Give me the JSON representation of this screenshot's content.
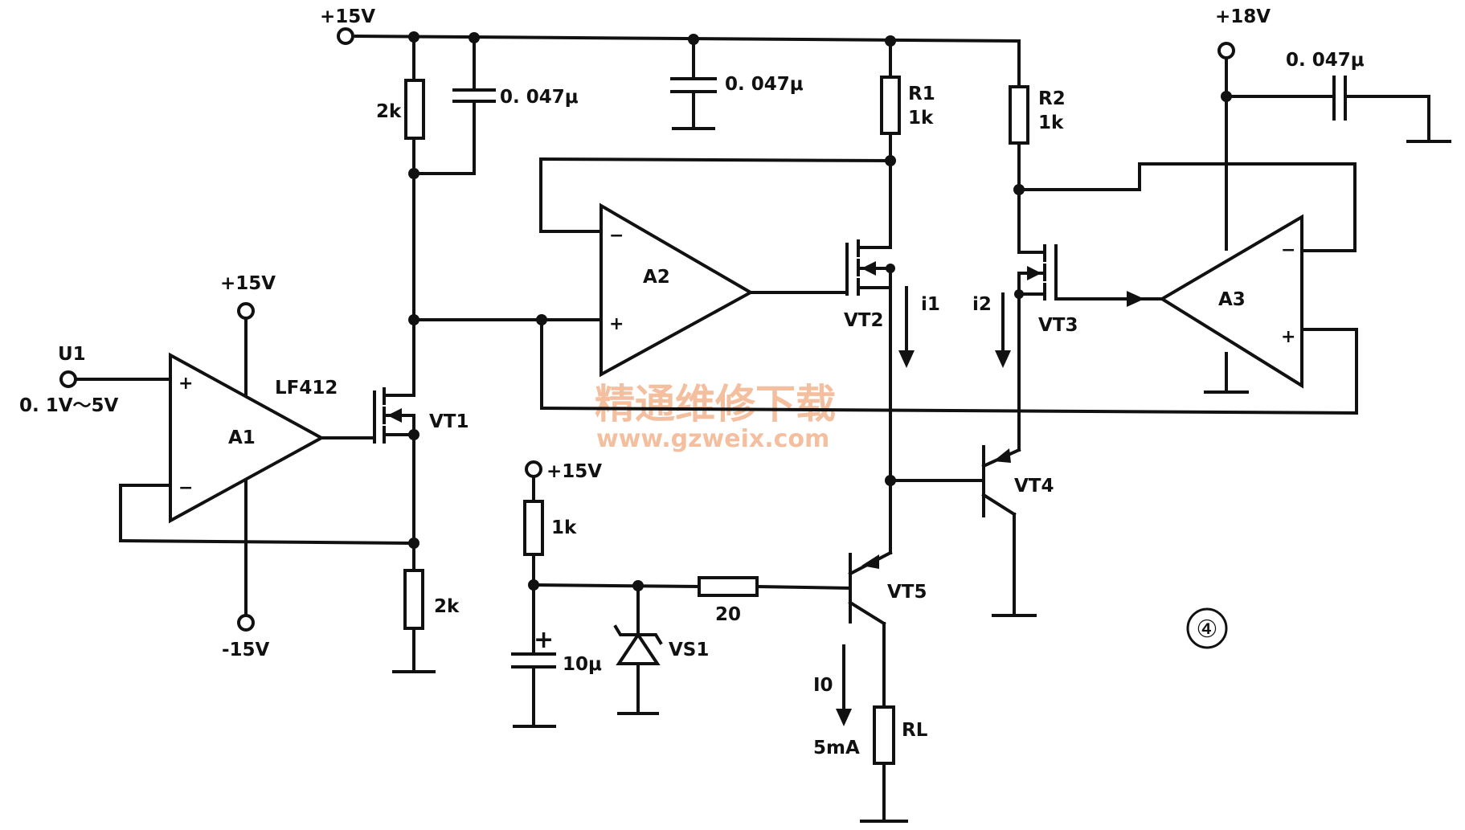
{
  "colors": {
    "wire": "#111111",
    "watermark": "#f2b48e",
    "background": "#ffffff"
  },
  "rails": {
    "left_top_supply": "+15V",
    "right_supply": "+18V",
    "a1_positive_supply": "+15V",
    "a1_negative_supply": "-15V",
    "bias_supply": "+15V"
  },
  "input": {
    "name": "U1",
    "range": "0. 1V～5V"
  },
  "opamps": {
    "a1": {
      "label": "A1",
      "part": "LF412"
    },
    "a2": {
      "label": "A2"
    },
    "a3": {
      "label": "A3"
    },
    "plus_sign": "+",
    "minus_sign": "−"
  },
  "components": {
    "r_top_left": "2k",
    "r_bottom_left": "2k",
    "c_top_left": "0. 047μ",
    "c_mid": "0. 047μ",
    "c_right": "0. 047μ",
    "r1_name": "R1",
    "r1_value": "1k",
    "r2_name": "R2",
    "r2_value": "1k",
    "r_bias": "1k",
    "r_base": "20",
    "c_bias": "10μ",
    "c_bias_polarity": "+",
    "zener": "VS1",
    "load": "RL"
  },
  "transistors": {
    "vt1": "VT1",
    "vt2": "VT2",
    "vt3": "VT3",
    "vt4": "VT4",
    "vt5": "VT5"
  },
  "currents": {
    "i1": "i1",
    "i2": "i2",
    "i0": "I0",
    "i0_value": "5mA"
  },
  "figure_number": "④",
  "watermark": {
    "cn": "精通维修下载",
    "url": "www.gzweix.com"
  }
}
